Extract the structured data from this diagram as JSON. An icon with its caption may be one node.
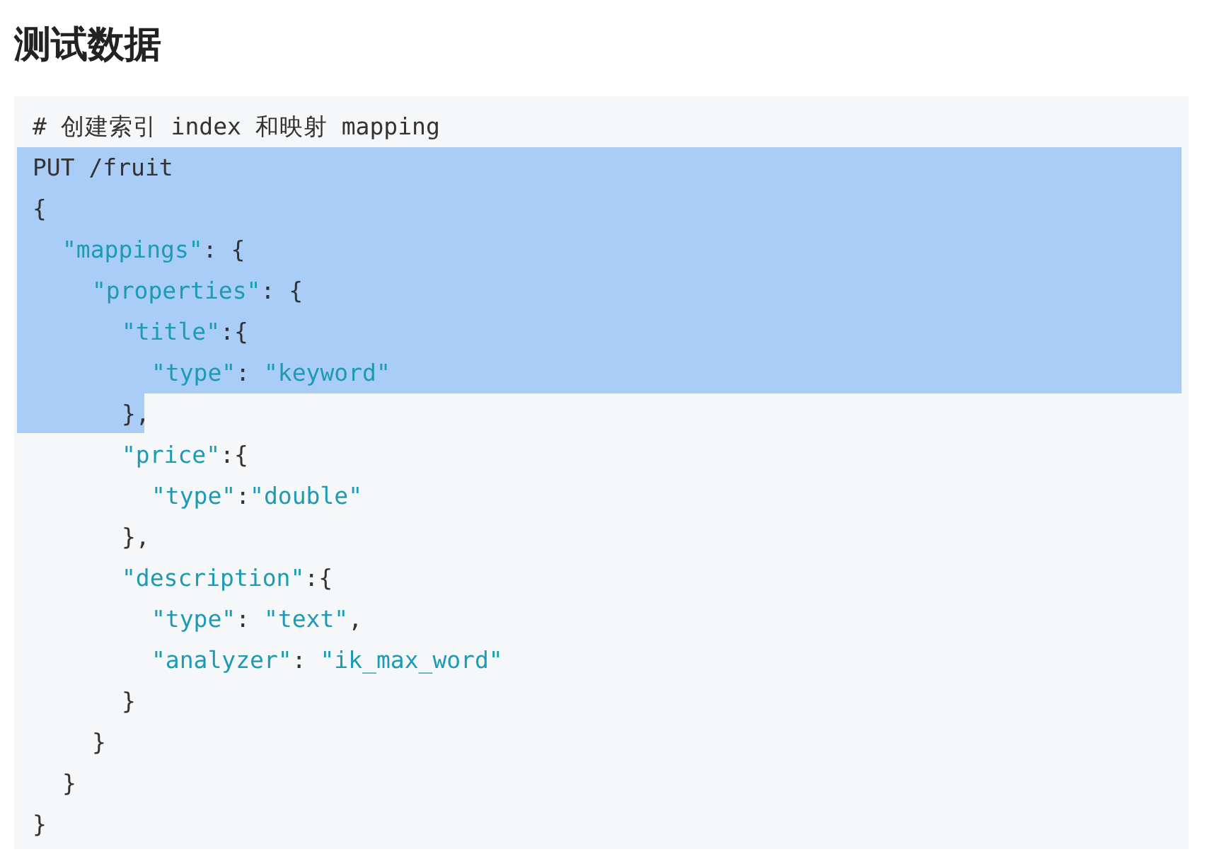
{
  "diagram": {
    "title": "测试数据",
    "labels": [
      "# 创建索引 index 和映射 mapping",
      "PUT /fruit",
      "{",
      "\"mappings\": {",
      "\"properties\": {",
      "\"title\":{",
      "\"type\": \"keyword\"",
      "},",
      "\"price\":{",
      "\"type\":\"double\"",
      "},",
      "\"description\":{",
      "\"type\": \"text\",",
      "\"analyzer\": \"ik_max_word\"",
      "}",
      "}",
      "}",
      "}"
    ]
  }
}
